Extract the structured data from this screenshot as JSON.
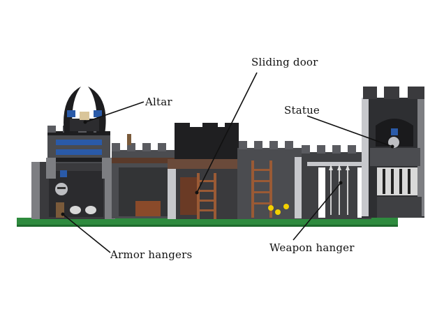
{
  "labels": {
    "altar": "Altar",
    "sliding_door": "Sliding door",
    "statue": "Statue",
    "armor_hangers": "Armor hangers",
    "weapon_hanger": "Weapon hanger"
  },
  "colors": {
    "background": "#ffffff",
    "baseplate": "#2e8b3e",
    "wall_dark": "#3a3a3d",
    "wall_light": "#7d7e82",
    "accent_blue": "#2a5aa8",
    "wood": "#8a4a2a",
    "leader_line": "#111111"
  }
}
